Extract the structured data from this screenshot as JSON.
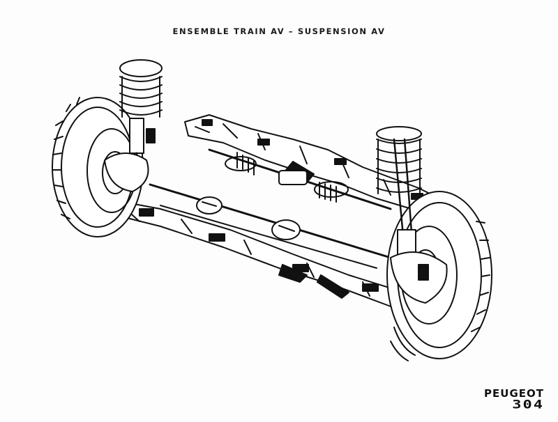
{
  "diagram": {
    "title": "ENSEMBLE TRAIN AV – SUSPENSION AV",
    "brand": "PEUGEOT",
    "model": "304"
  },
  "colors": {
    "ink": "#111111",
    "paper": "#fdfdfd"
  }
}
